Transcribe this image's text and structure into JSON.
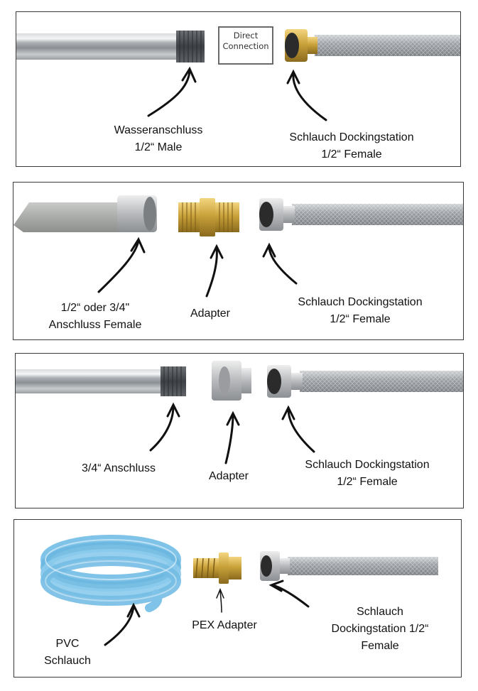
{
  "panels": [
    {
      "id": "panel-1",
      "direct_connection": [
        "Direct",
        "Connection"
      ],
      "left_label": [
        "Wasseranschluss",
        "1/2“ Male"
      ],
      "right_label": [
        "Schlauch Dockingstation",
        "1/2“ Female"
      ]
    },
    {
      "id": "panel-2",
      "left_label": [
        "1/2“ oder 3/4\"",
        "Anschluss Female"
      ],
      "middle_label": [
        "Adapter"
      ],
      "right_label": [
        "Schlauch Dockingstation",
        "1/2“ Female"
      ]
    },
    {
      "id": "panel-3",
      "left_label": [
        "3/4“ Anschluss"
      ],
      "middle_label": [
        "Adapter"
      ],
      "right_label": [
        "Schlauch Dockingstation",
        "1/2“ Female"
      ]
    },
    {
      "id": "panel-4",
      "left_label": [
        "PVC",
        "Schlauch"
      ],
      "middle_label": [
        "PEX Adapter"
      ],
      "right_label": [
        "Schlauch",
        "Dockingstation 1/2“",
        "Female"
      ]
    }
  ],
  "colors": {
    "border": "#3a3a3a",
    "brass": "#c9a23a",
    "steel": "#b9bcc0",
    "pvc": "#7fc3e8"
  }
}
